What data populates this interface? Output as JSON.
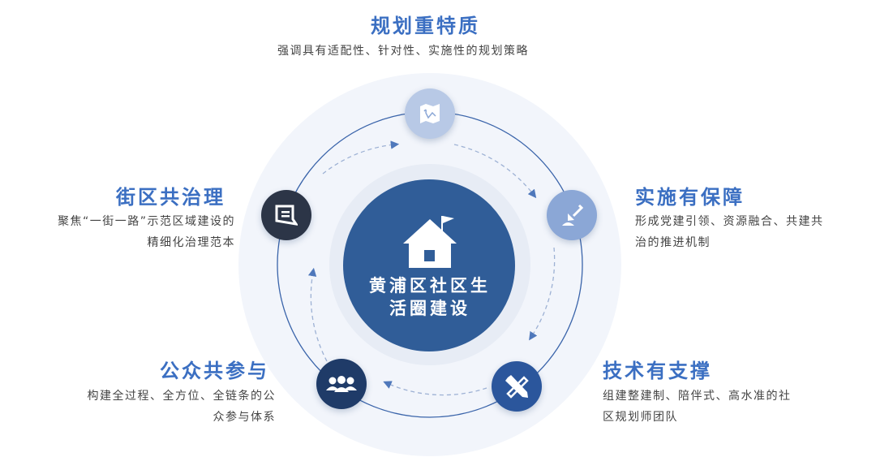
{
  "center": {
    "line1": "黄浦区社区生",
    "line2": "活圈建设",
    "icon": "house-flag-icon"
  },
  "items": [
    {
      "title": "规划重特质",
      "desc": "强调具有适配性、针对性、实施性的规划策略",
      "icon": "map-icon",
      "color": "#b8c9e6"
    },
    {
      "title": "实施有保障",
      "desc1": "形成党建引领、资源融合、共建共",
      "desc2": "治的推进机制",
      "icon": "shovel-icon",
      "color": "#8ba7d6"
    },
    {
      "title": "技术有支撑",
      "desc1": "组建整建制、陪伴式、高水准的社",
      "desc2": "区规划师团队",
      "icon": "ruler-pencil-icon",
      "color": "#2b569c"
    },
    {
      "title": "公众共参与",
      "desc1": "构建全过程、全方位、全链条的公",
      "desc2": "众参与体系",
      "icon": "people-icon",
      "color": "#1f3b68"
    },
    {
      "title": "街区共治理",
      "desc1": "聚焦“一街一路”示范区域建设的",
      "desc2": "精细化治理范本",
      "icon": "chat-icon",
      "color": "#2c3547"
    }
  ]
}
